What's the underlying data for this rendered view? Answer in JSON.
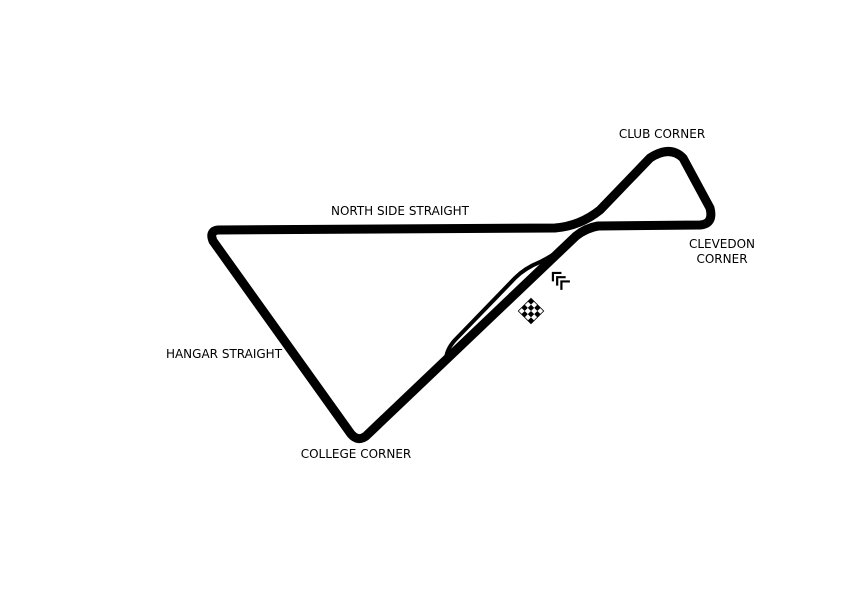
{
  "map": {
    "labels": {
      "club_corner": "CLUB CORNER",
      "north_side_straight": "NORTH SIDE STRAIGHT",
      "clevedon_corner_line1": "CLEVEDON",
      "clevedon_corner_line2": "CORNER",
      "hangar_straight": "HANGAR STRAIGHT",
      "college_corner": "COLLEGE CORNER"
    },
    "markers": {
      "start_finish": "checkered-flag-icon",
      "direction": "direction-chevrons-icon"
    },
    "colors": {
      "track": "#000000",
      "background": "#ffffff"
    }
  }
}
